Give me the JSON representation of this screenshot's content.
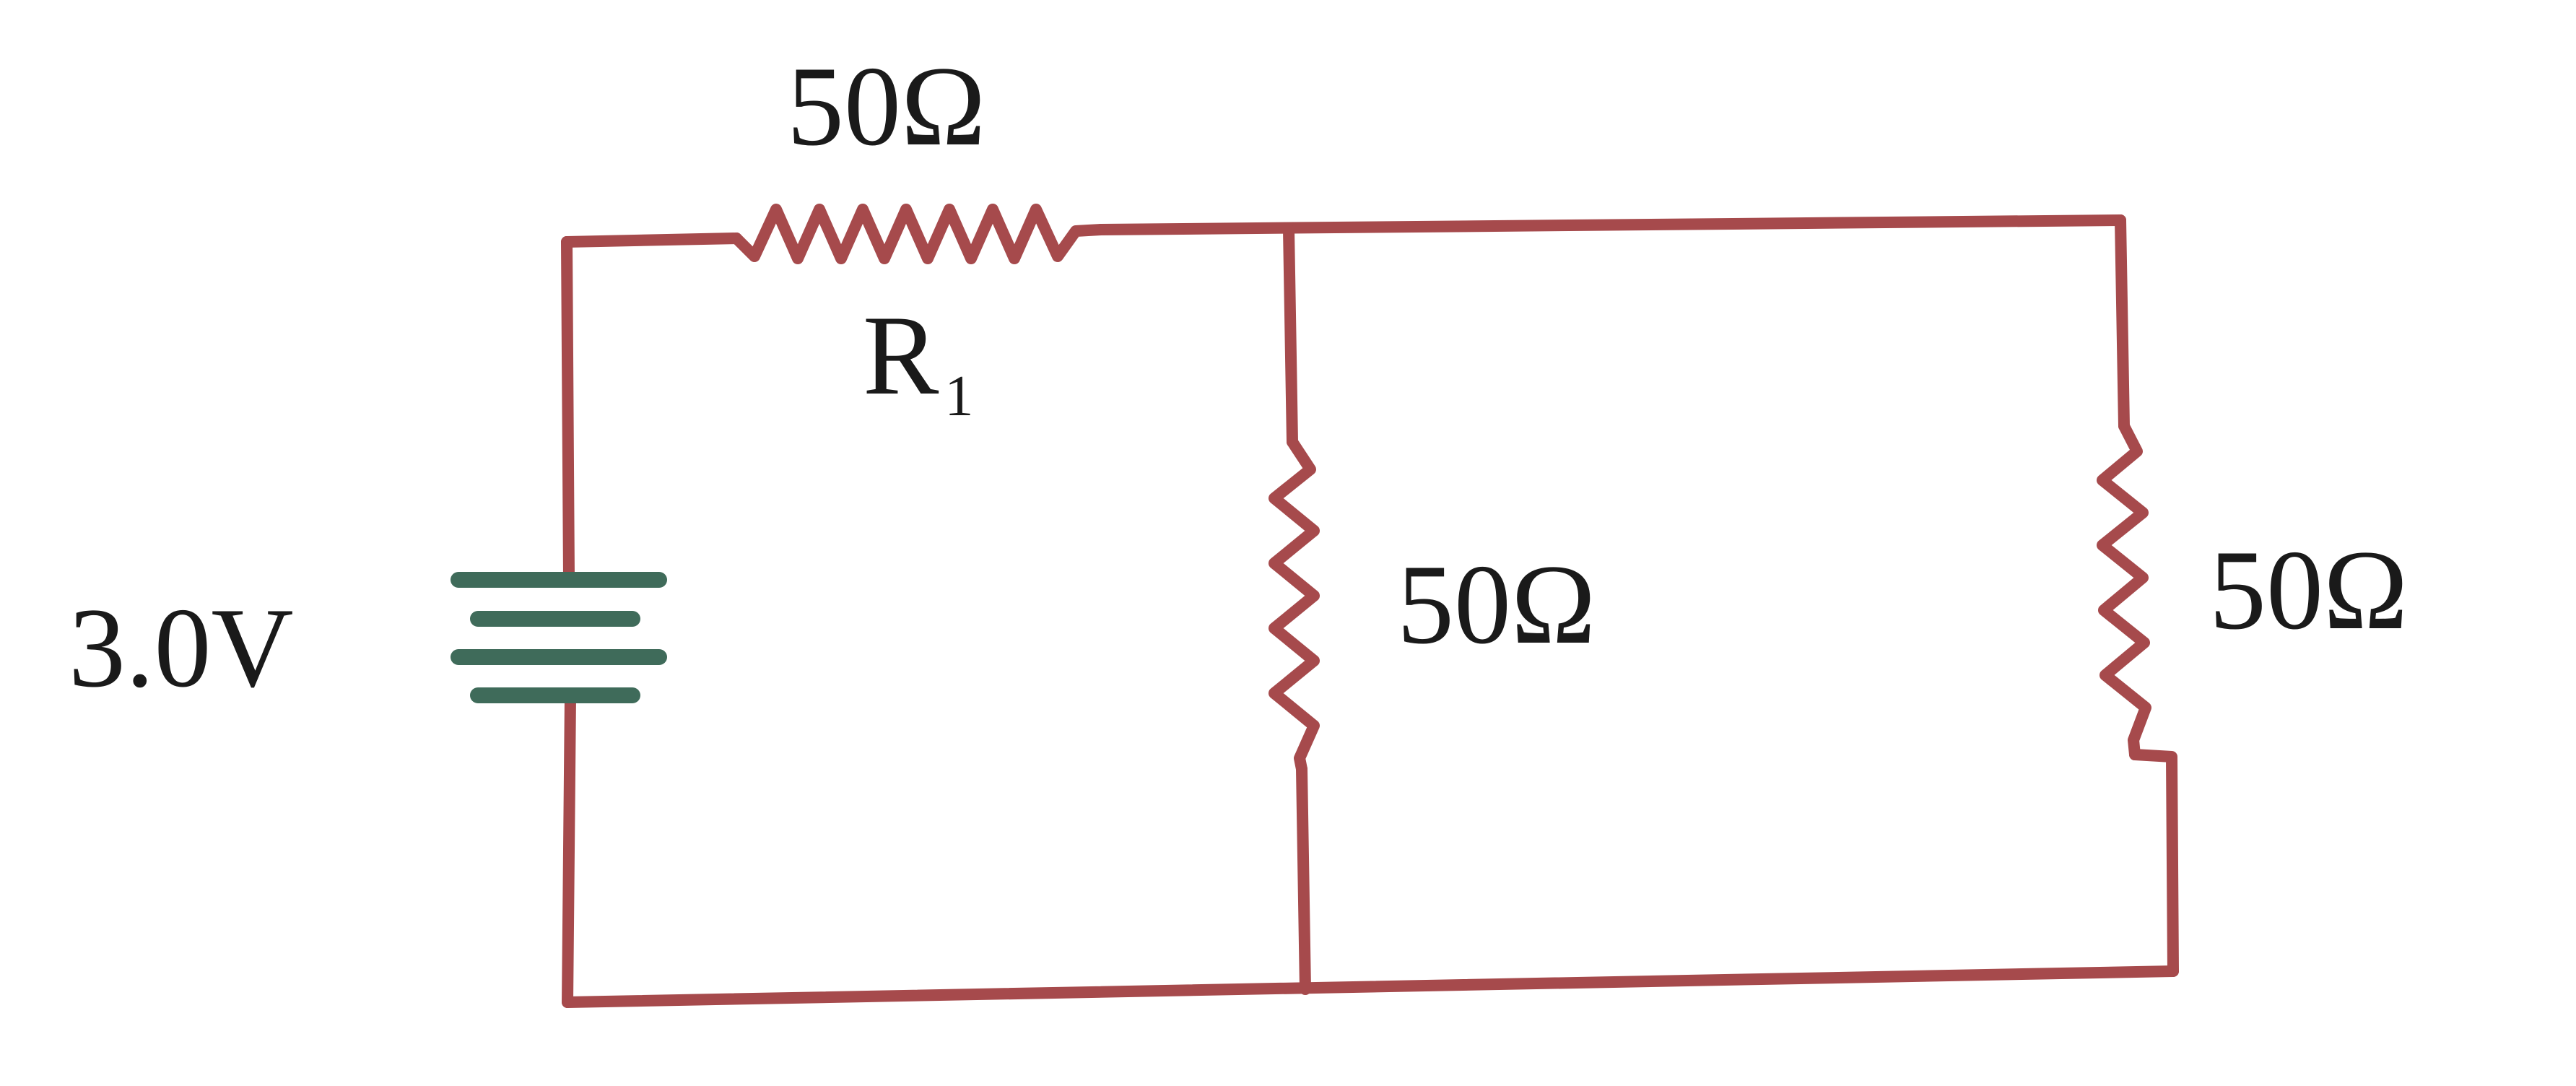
{
  "diagram": {
    "type": "circuit",
    "colors": {
      "wire": "#a64a4c",
      "battery_plates": "#3f6b5a",
      "text": "#1a1a1a",
      "background": "#ffffff"
    },
    "battery": {
      "label": "3.0V",
      "voltage": 3.0,
      "unit": "V"
    },
    "resistors": [
      {
        "id": "R1",
        "name": "R",
        "subscript": "1",
        "value_label": "50Ω",
        "position": "top-series"
      },
      {
        "id": "R2",
        "value_label": "50Ω",
        "position": "middle-branch"
      },
      {
        "id": "R3",
        "value_label": "50Ω",
        "position": "right-branch"
      }
    ]
  }
}
